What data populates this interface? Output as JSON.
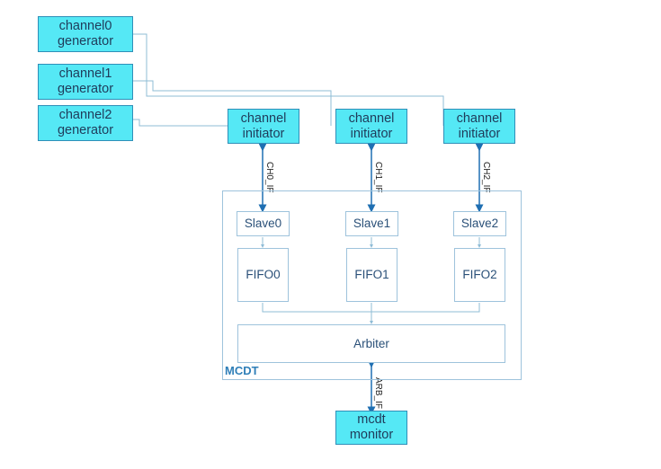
{
  "generators": [
    {
      "label": "channel0\ngenerator"
    },
    {
      "label": "channel1\ngenerator"
    },
    {
      "label": "channel2\ngenerator"
    }
  ],
  "initiators": [
    {
      "label": "channel\ninitiator"
    },
    {
      "label": "channel\ninitiator"
    },
    {
      "label": "channel\ninitiator"
    }
  ],
  "interfaces": [
    "CH0_IF",
    "CH1_IF",
    "CH2_IF",
    "ARB_IF"
  ],
  "slaves": [
    "Slave0",
    "Slave1",
    "Slave2"
  ],
  "fifos": [
    "FIFO0",
    "FIFO1",
    "FIFO2"
  ],
  "arbiter": "Arbiter",
  "mcdt_label": "MCDT",
  "monitor": {
    "label": "mcdt\nmonitor"
  },
  "colors": {
    "box_fill": "#55e8f5",
    "line": "#1f6fb2",
    "thin_line": "#8fbcd6"
  }
}
